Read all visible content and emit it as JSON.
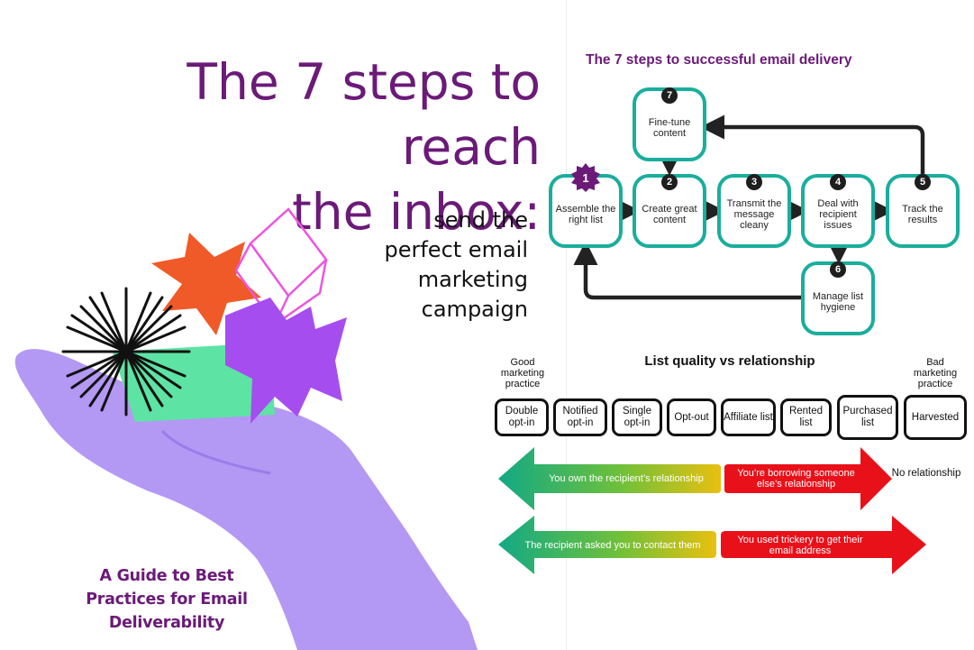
{
  "left": {
    "title_lines": [
      "The 7 steps to reach",
      "the inbox:"
    ],
    "subtitle_lines": [
      "send the",
      "perfect email",
      "marketing",
      "campaign"
    ],
    "guide_lines": [
      "A Guide to Best",
      "Practices for Email",
      "Deliverability"
    ]
  },
  "flow": {
    "title": "The 7 steps to successful email delivery",
    "steps": [
      {
        "num": "1",
        "label": "Assemble the right list"
      },
      {
        "num": "2",
        "label": "Create great content"
      },
      {
        "num": "3",
        "label": "Transmit the message cleany"
      },
      {
        "num": "4",
        "label": "Deal with recipient issues"
      },
      {
        "num": "5",
        "label": "Track the results"
      },
      {
        "num": "6",
        "label": "Manage list hygiene"
      },
      {
        "num": "7",
        "label": "Fine-tune content"
      }
    ]
  },
  "quality": {
    "title": "List quality vs relationship",
    "good_label": "Good marketing practice",
    "bad_label": "Bad marketing practice",
    "chips": [
      "Double opt-in",
      "Notified opt-in",
      "Single opt-in",
      "Opt-out",
      "Affiliate list",
      "Rented list",
      "Purchased list",
      "Harvested"
    ],
    "arrows": {
      "own": "You own the recipient’s relationship",
      "borrow": "You’re borrowing someone else’s relationship",
      "none": "No relationship",
      "asked": "The recipient asked you to contact them",
      "trickery": "You used trickery to get their email address"
    }
  },
  "colors": {
    "brand_purple": "#6b1a78",
    "teal": "#1aae9c",
    "arrow_green": "#12a985",
    "arrow_red": "#e8111a",
    "hand": "#b398f4"
  }
}
